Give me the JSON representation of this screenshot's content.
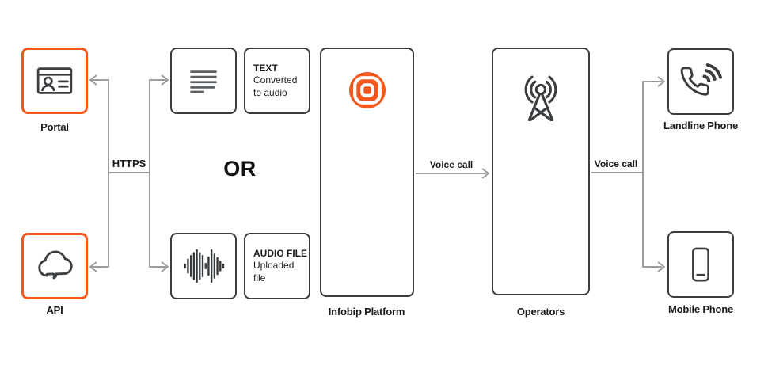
{
  "diagram": {
    "or_label": "OR",
    "edges": {
      "https": {
        "label": "HTTPS"
      },
      "voice_call_left": {
        "label": "Voice call"
      },
      "voice_call_right": {
        "label": "Voice call"
      }
    },
    "nodes": {
      "portal": {
        "label": "Portal",
        "icon": "browser-user-icon"
      },
      "api": {
        "label": "API",
        "icon": "cloud-icon"
      },
      "text_source": {
        "icon": "text-lines-icon"
      },
      "text_info": {
        "title": "TEXT",
        "subtitle": "Converted to audio"
      },
      "audio_source": {
        "icon": "audio-waveform-icon"
      },
      "audio_info": {
        "title": "AUDIO FILE",
        "subtitle": "Uploaded file"
      },
      "infobip_platform": {
        "label": "Infobip Platform",
        "icon": "infobip-logo"
      },
      "operators": {
        "label": "Operators",
        "icon": "radio-tower-icon"
      },
      "landline": {
        "label": "Landline Phone",
        "icon": "phone-handset-icon"
      },
      "mobile": {
        "label": "Mobile Phone",
        "icon": "smartphone-icon"
      }
    },
    "colors": {
      "accent_orange": "#F4581C",
      "node_border_dark": "#3A3D40",
      "connector_gray": "#9C9C9C",
      "text_dark": "#1B1B1B",
      "background": "#FFFFFF"
    }
  }
}
